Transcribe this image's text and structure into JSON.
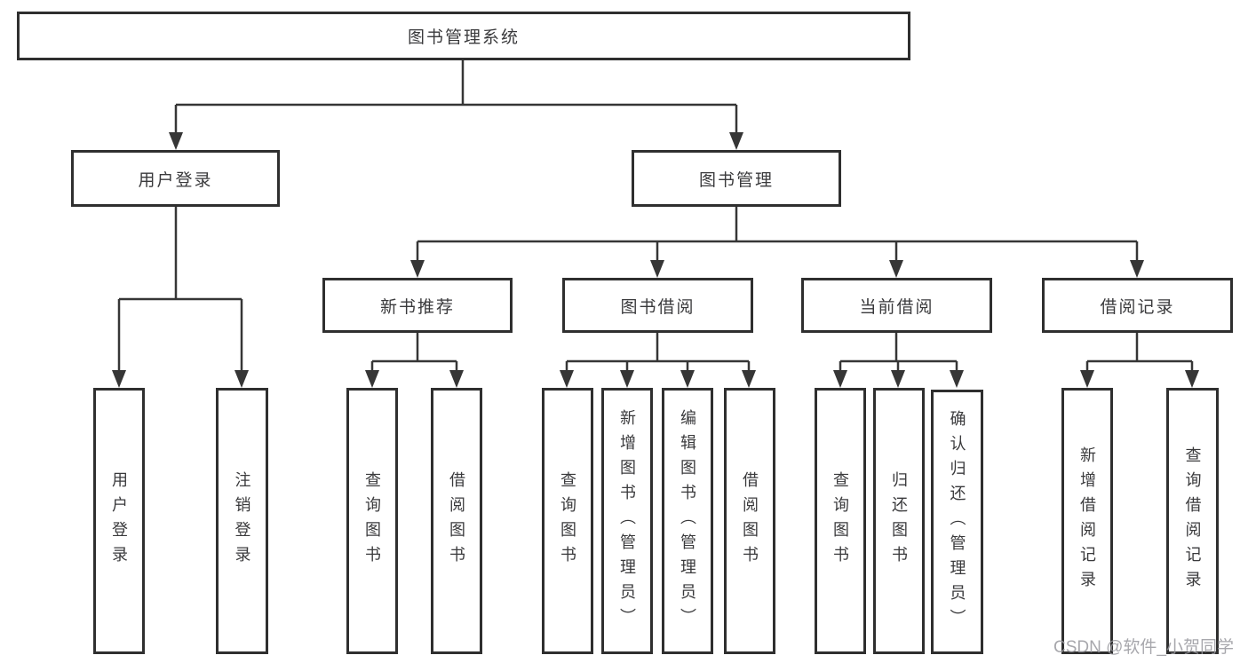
{
  "colors": {
    "background": "#ffffff",
    "line": "#363636",
    "box_border": "#2f2f2f",
    "box_fill": "#ffffff",
    "text": "#3a3a3c",
    "watermark": "#98989e"
  },
  "tree": {
    "root": {
      "label": "图书管理系统"
    },
    "branches": [
      {
        "label": "用户登录",
        "children": [
          {
            "label": "用户登录"
          },
          {
            "label": "注销登录"
          }
        ]
      },
      {
        "label": "图书管理",
        "sections": [
          {
            "label": "新书推荐",
            "children": [
              {
                "label": "查询图书"
              },
              {
                "label": "借阅图书"
              }
            ]
          },
          {
            "label": "图书借阅",
            "children": [
              {
                "label": "查询图书"
              },
              {
                "label": "新增图书（管理员）"
              },
              {
                "label": "编辑图书（管理员）"
              },
              {
                "label": "借阅图书"
              }
            ]
          },
          {
            "label": "当前借阅",
            "children": [
              {
                "label": "查询图书"
              },
              {
                "label": "归还图书"
              },
              {
                "label": "确认归还（管理员）"
              }
            ]
          },
          {
            "label": "借阅记录",
            "children": [
              {
                "label": "新增借阅记录"
              },
              {
                "label": "查询借阅记录"
              }
            ]
          }
        ]
      }
    ]
  },
  "watermark": {
    "text": "CSDN @软件_小贺同学"
  }
}
